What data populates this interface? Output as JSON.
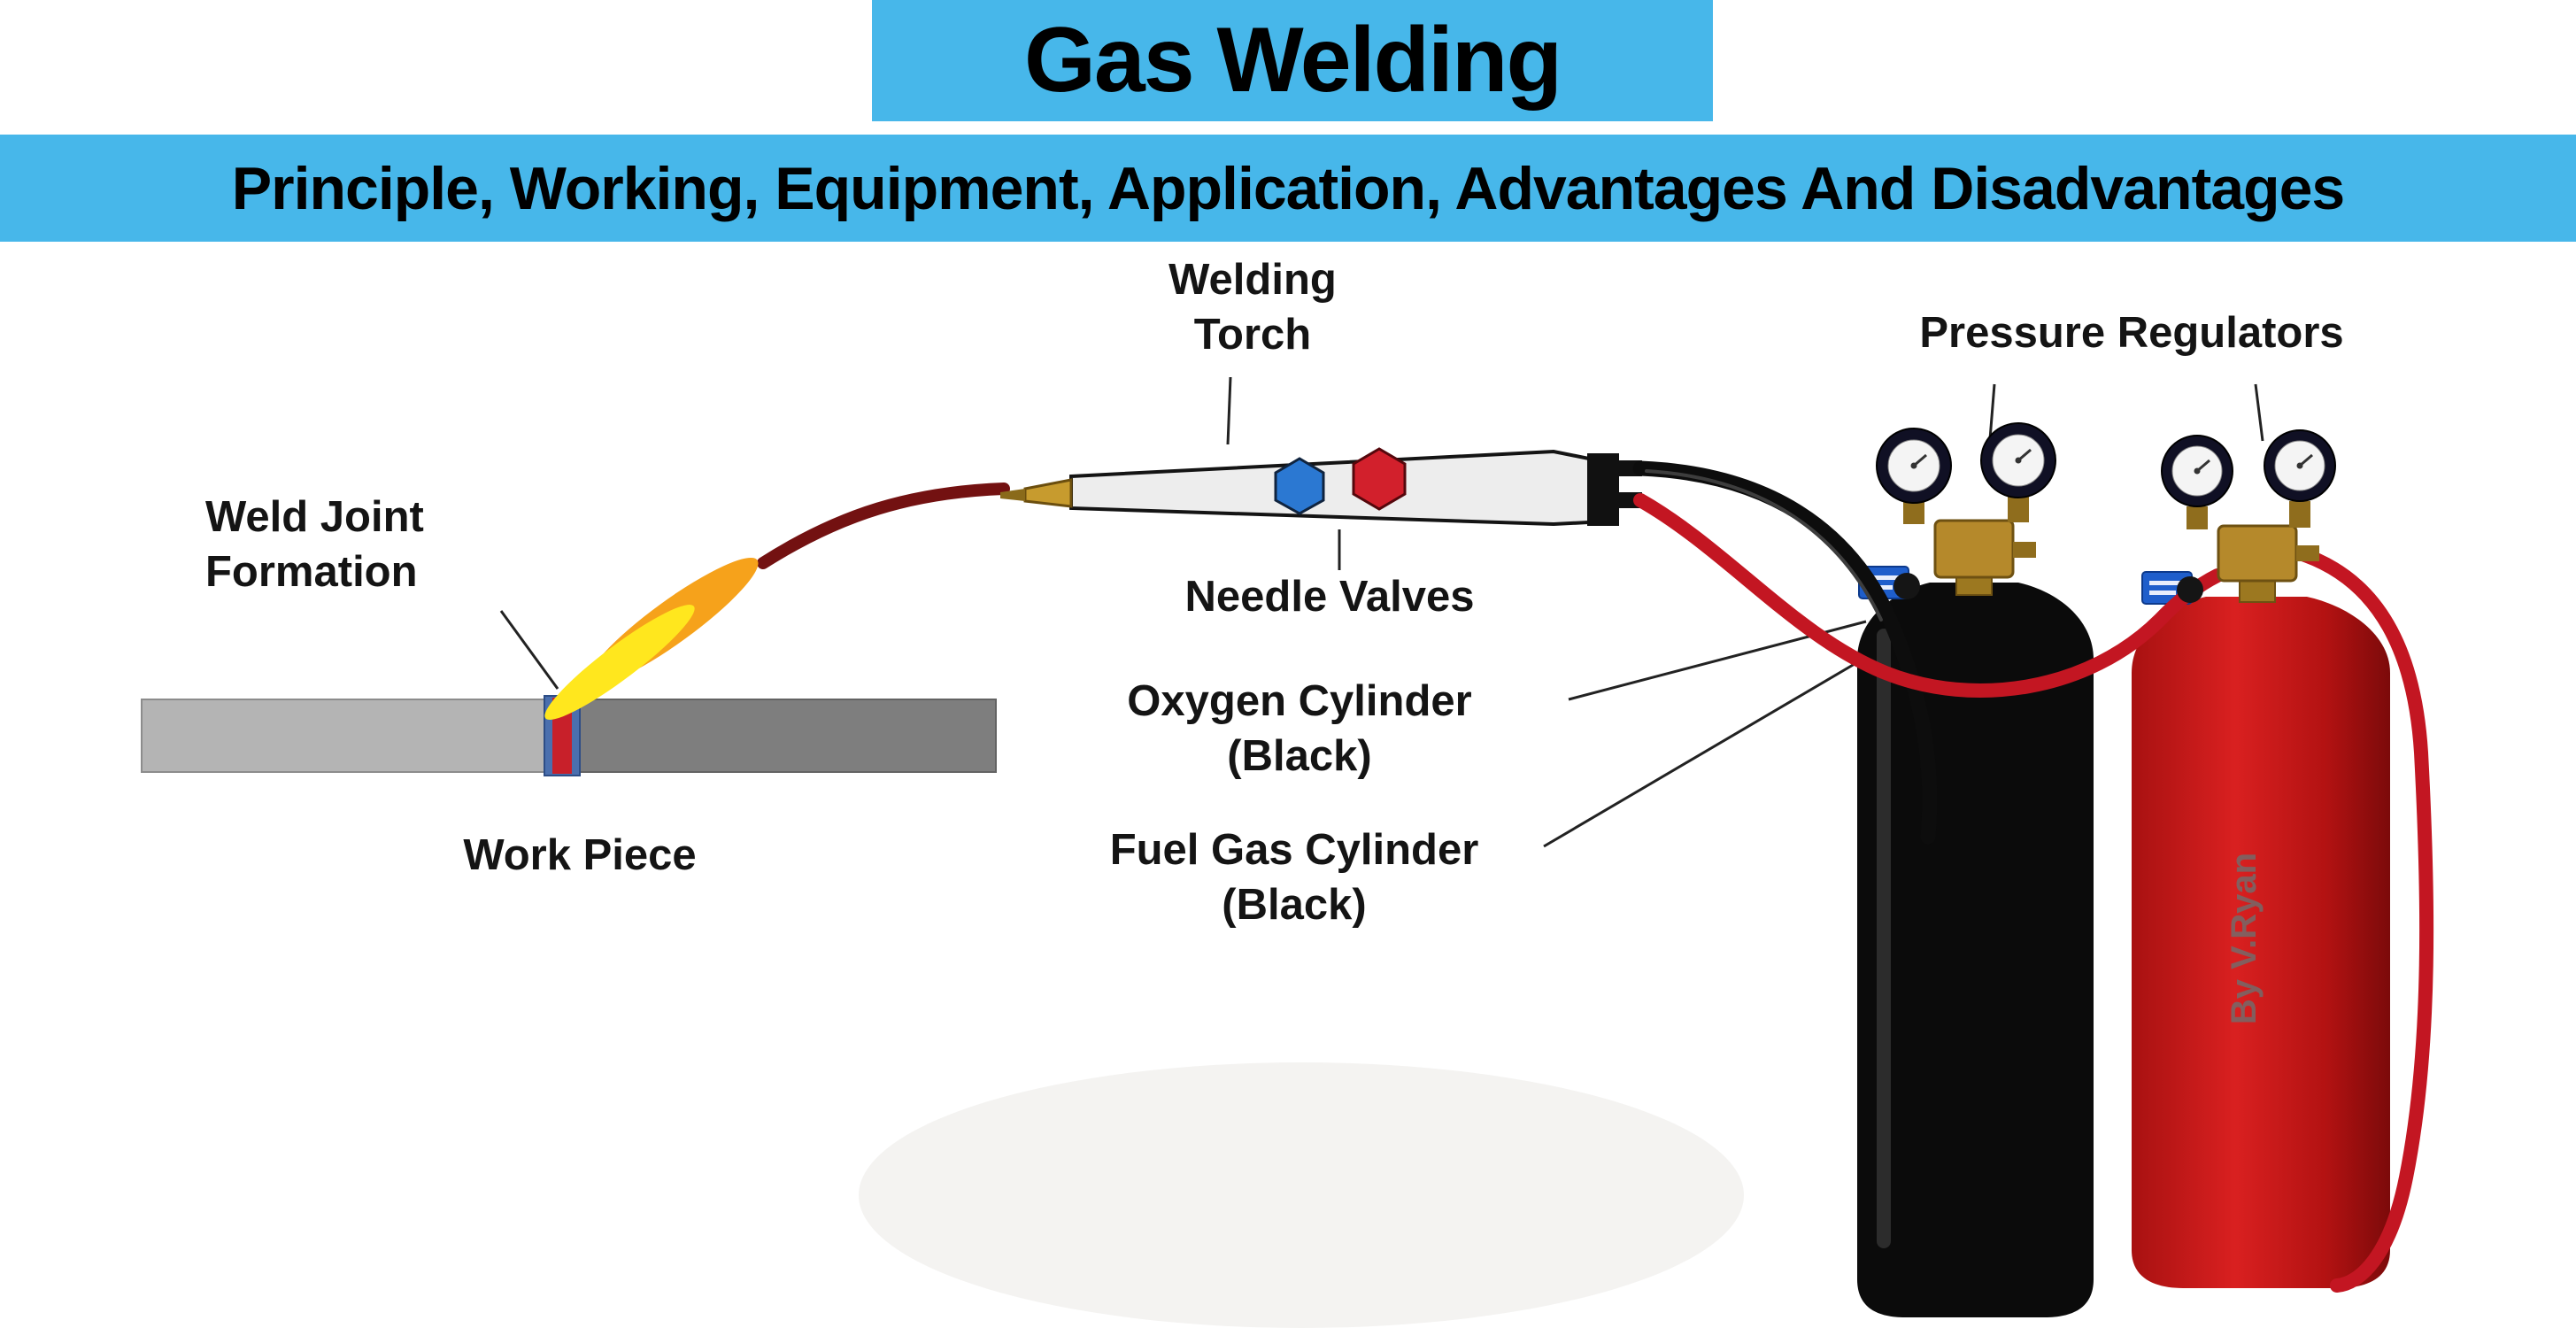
{
  "header": {
    "title": "Gas Welding",
    "subtitle": "Principle, Working, Equipment, Application, Advantages And Disadvantages",
    "accent_color": "#47b7ea"
  },
  "labels": {
    "welding_torch_line1": "Welding",
    "welding_torch_line2": "Torch",
    "pressure_regulators": "Pressure Regulators",
    "needle_valves": "Needle Valves",
    "oxygen_cylinder_line1": "Oxygen Cylinder",
    "oxygen_cylinder_line2": "(Black)",
    "fuel_gas_cylinder_line1": "Fuel Gas Cylinder",
    "fuel_gas_cylinder_line2": "(Black)",
    "weld_joint_line1": "Weld Joint",
    "weld_joint_line2": "Formation",
    "work_piece": "Work Piece",
    "watermark": "By V.Ryan"
  },
  "colors": {
    "header_blue": "#47b7ea",
    "oxygen_cylinder": "#0b0b0b",
    "fuel_cylinder_red": "#d92020",
    "oxygen_hose_black": "#0d0d0d",
    "fuel_hose_red": "#c31622",
    "flame_yellow": "#ffe71e",
    "flame_orange": "#f6a21b",
    "mixing_tube_dark_red": "#731111",
    "workpiece_light_gray": "#b4b4b4",
    "workpiece_dark_gray": "#7e7e7e",
    "weld_joint_red": "#c8202a",
    "weld_joint_blue": "#4a6fae",
    "needle_valve_blue": "#2b78d2",
    "needle_valve_red": "#d2202c",
    "brass": "#b5892b"
  }
}
